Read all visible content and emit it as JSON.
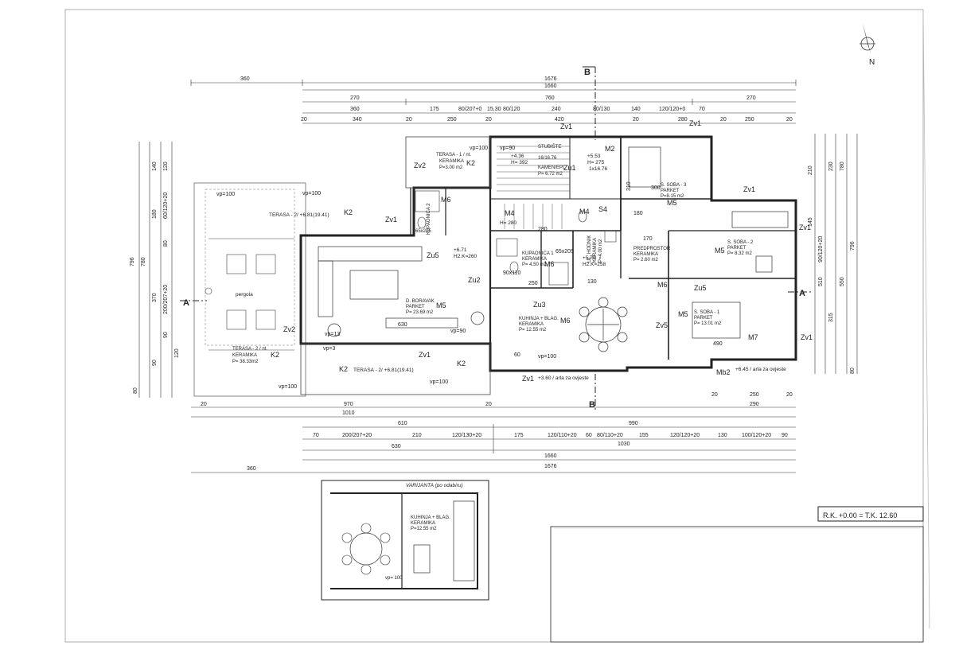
{
  "north_symbol": "N",
  "section_marks": {
    "a": "A",
    "b": "B"
  },
  "dims_top": {
    "row1": [
      "360",
      "1676"
    ],
    "row2": [
      "1660"
    ],
    "row3": [
      "270",
      "760",
      "270"
    ],
    "row4": [
      "360",
      "175",
      "80/207+0",
      "15,30",
      "80/120",
      "240",
      "80/130",
      "140",
      "120/120+0",
      "70"
    ],
    "row5": [
      "20",
      "340",
      "20",
      "250",
      "20",
      "420",
      "20",
      "280",
      "20",
      "250",
      "20"
    ]
  },
  "dims_bottom": {
    "row1": [
      "20",
      "970",
      "20",
      "20",
      "250",
      "20"
    ],
    "row2": [
      "1010",
      "290"
    ],
    "row3": [
      "610",
      "990"
    ],
    "row4": [
      "70",
      "200/207+20",
      "210",
      "120/130+20",
      "175",
      "120/110+20",
      "60",
      "80/110+20",
      "155",
      "120/120+20",
      "130",
      "100/120+20",
      "90"
    ],
    "row5": [
      "630",
      "1030"
    ],
    "row6": [
      "1660"
    ],
    "row7": [
      "360",
      "1676"
    ]
  },
  "dims_left": [
    "796",
    "780",
    "140",
    "180",
    "370",
    "90",
    "90",
    "120",
    "80",
    "120",
    "200/207+20",
    "60/120+20",
    "80"
  ],
  "dims_right": [
    "210",
    "145",
    "510",
    "315",
    "230",
    "550",
    "796",
    "90/120+20",
    "80",
    "780"
  ],
  "rooms": {
    "terasa1": {
      "name": "TERASA - 1 / nt.",
      "floor": "KERAMIKA",
      "area": "P=3.00 m2"
    },
    "stubiste": {
      "name": "STUBIŠTE",
      "steps": "16/16.76",
      "floor": "KAMEN/EPL",
      "area": "P= 6.72 m2"
    },
    "soba3": {
      "name": "S. SOBA - 3",
      "floor": "PARKET",
      "area": "P=8.15 m2"
    },
    "kupaonica2": {
      "name": "KUPAONICA 2",
      "size": "65x205",
      "area": "P=..."
    },
    "boravak": {
      "name": "D. BORAVAK",
      "floor": "PARKET",
      "area": "P= 23.69 m2"
    },
    "kupaonica1": {
      "name": "KUPAONICA 1",
      "floor": "KERAMIKA",
      "area": "P= 4.50 m2"
    },
    "ulaz": {
      "name": "UL. HODNIK",
      "floor": "KERAMIKA",
      "area": "P=4.00 m2"
    },
    "predprostor": {
      "name": "PREDPROSTOR",
      "floor": "KERAMIKA",
      "area": "P= 2.60 m2"
    },
    "soba2": {
      "name": "S. SOBA - 2",
      "floor": "PARKET",
      "area": "P= 8.32 m2"
    },
    "kuhinja": {
      "name": "KUHINJA + BLAG.",
      "floor": "KERAMIKA",
      "area": "P= 12.55 m2"
    },
    "soba1": {
      "name": "S. SOBA - 1",
      "floor": "PARKET",
      "area": "P= 13.01 m2"
    },
    "terasa2": {
      "name": "TERASA - 2 / nt.",
      "floor": "KERAMIKA",
      "area": "P= 38.33m2"
    },
    "terasa_top": {
      "label": "TERASA - 2/ +6.81(19.41)"
    },
    "terasa_bot": {
      "label": "TERASA - 2/ +6.81(19.41)"
    },
    "pergola": "pergola"
  },
  "levels": {
    "stair1": "+4.36",
    "stair1_h": "H= 392",
    "stair2": "+5.53",
    "stair2_h": "H= 275",
    "stair_size": "1x16.76",
    "boravak_lvl": "+6.71",
    "boravak_kv": "H2.K=260",
    "ulaz_lvl": "+5.70",
    "ulaz_kv": "H2.K=258",
    "m4_h": "H= 280",
    "ext_entry": "+3.60 / arla za ovjeste",
    "ext_right": "+6.45 / arla za ovjeste"
  },
  "tags": [
    "Zv1",
    "Zv2",
    "K2",
    "M6",
    "M5",
    "M4",
    "M2",
    "S4",
    "Zu2",
    "Zu5",
    "Zv5",
    "M7",
    "Mb2",
    "Zu1",
    "Zu3"
  ],
  "small_notes": {
    "vp100": "vp=100",
    "vp90": "vp=90",
    "vp13": "vp=13",
    "vp3": "vp=3",
    "d90_110": "90x110",
    "d65_205": "65x205",
    "d630": "630",
    "d490": "490",
    "d250": "250",
    "d130": "130",
    "d280": "280",
    "d60": "60",
    "d170": "170",
    "d180": "180",
    "d300": "300",
    "d310": "310"
  },
  "variant": {
    "title": "VARIJANTA (po odabiru)",
    "room_name": "KUHINJA + BLAG.",
    "floor": "KERAMIKA",
    "area": "P=12.55 m2",
    "vp": "vp= 100"
  },
  "title_block": {
    "level_label": "R.K. +0.00 = T.K. 12.60"
  }
}
